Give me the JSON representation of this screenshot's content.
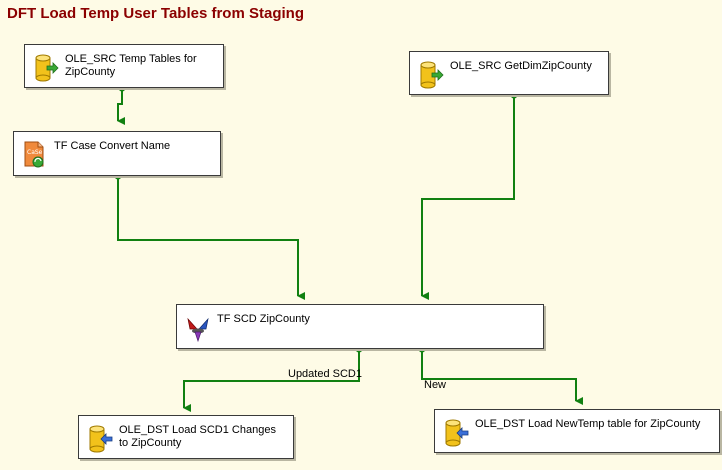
{
  "title": "DFT Load Temp User Tables from Staging",
  "components": {
    "src_temp_tables": {
      "label": "OLE_SRC Temp Tables for ZipCounty",
      "icon": "ole-db-source-icon"
    },
    "src_get_dim_zipcounty": {
      "label": "OLE_SRC GetDimZipCounty",
      "icon": "ole-db-source-icon"
    },
    "tf_case_convert": {
      "label": "TF Case Convert Name",
      "icon": "character-map-icon"
    },
    "tf_scd": {
      "label": "TF SCD ZipCounty",
      "icon": "slowly-changing-dimension-icon"
    },
    "dst_scd1_changes": {
      "label": "OLE_DST Load SCD1 Changes to ZipCounty",
      "icon": "ole-db-destination-icon"
    },
    "dst_new_temp": {
      "label": "OLE_DST Load NewTemp table for ZipCounty",
      "icon": "ole-db-destination-icon"
    }
  },
  "paths": {
    "updated_scd1": "Updated SCD1",
    "new": "New"
  },
  "colors": {
    "title": "#8b0000",
    "background": "#fefbe6",
    "connector": "#118011"
  }
}
